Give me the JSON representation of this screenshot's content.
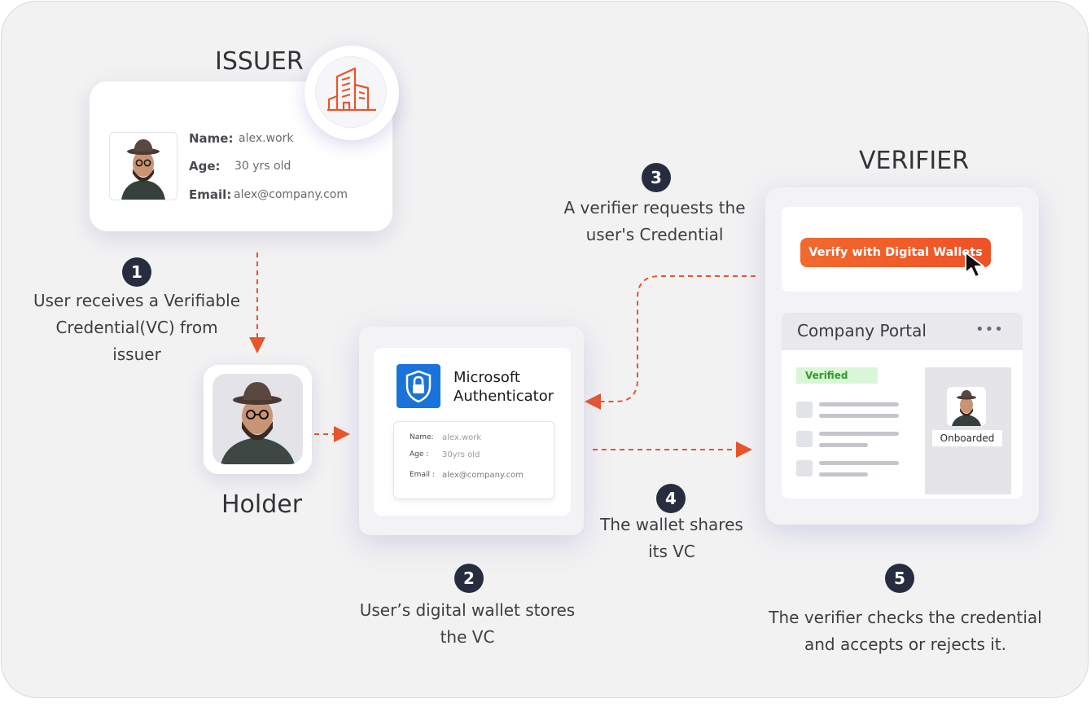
{
  "issuer": {
    "heading": "ISSUER",
    "name_label": "Name:",
    "name_value": "alex.work",
    "age_label": "Age:",
    "age_value": "30 yrs old",
    "email_label": "Email:",
    "email_value": "alex@company.com",
    "icon": "building-icon"
  },
  "holder": {
    "heading": "Holder"
  },
  "wallet": {
    "app_name_line1": "Microsoft",
    "app_name_line2": "Authenticator",
    "name_label": "Name:",
    "name_value": "alex.work",
    "age_label": "Age :",
    "age_value": "30yrs old",
    "email_label": "Email :",
    "email_value": "alex@company.com"
  },
  "verifier": {
    "heading": "VERIFIER",
    "button_label": "Verify with Digital Wallets",
    "portal_title": "Company Portal",
    "menu_dots": "•••",
    "verified_badge": "Verified",
    "onboarded_label": "Onboarded"
  },
  "steps": [
    {
      "number": "1",
      "line1": "User receives a Verifiable",
      "line2": "Credential(VC) from",
      "line3": "issuer"
    },
    {
      "number": "2",
      "line1": "User’s digital wallet stores",
      "line2": "the VC"
    },
    {
      "number": "3",
      "line1": "A verifier requests the",
      "line2": "user's Credential"
    },
    {
      "number": "4",
      "line1": "The wallet shares",
      "line2": "its VC"
    },
    {
      "number": "5",
      "line1": "The verifier checks the credential",
      "line2": "and accepts or rejects it."
    }
  ],
  "colors": {
    "accent_orange": "#f0622d",
    "dark_badge": "#272c3f",
    "microsoft_blue": "#1a73d9",
    "verified_green_bg": "#d9f7d6",
    "verified_green_text": "#2f9a2a"
  }
}
